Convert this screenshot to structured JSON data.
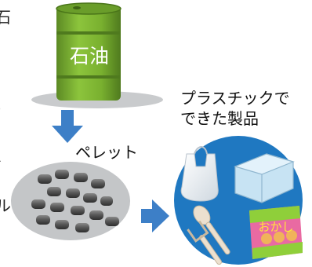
{
  "barrel": {
    "label": "石油"
  },
  "pellet": {
    "label": "ペレット"
  },
  "products": {
    "line1": "プラスチックで",
    "line2": "できた製品"
  },
  "snack_bag": {
    "label": "おかし"
  },
  "edge_fragments": [
    "石",
    ")",
    "、",
    "ル"
  ],
  "colors": {
    "arrow": "#3d7fc7",
    "barrel": "#7ab530",
    "products_circle": "#1f78c1",
    "pellet_plate": "#c4c6c8"
  },
  "icons": [
    "oil-barrel-icon",
    "down-arrow-icon",
    "pellets-icon",
    "right-arrow-icon",
    "plastic-products-icon"
  ]
}
